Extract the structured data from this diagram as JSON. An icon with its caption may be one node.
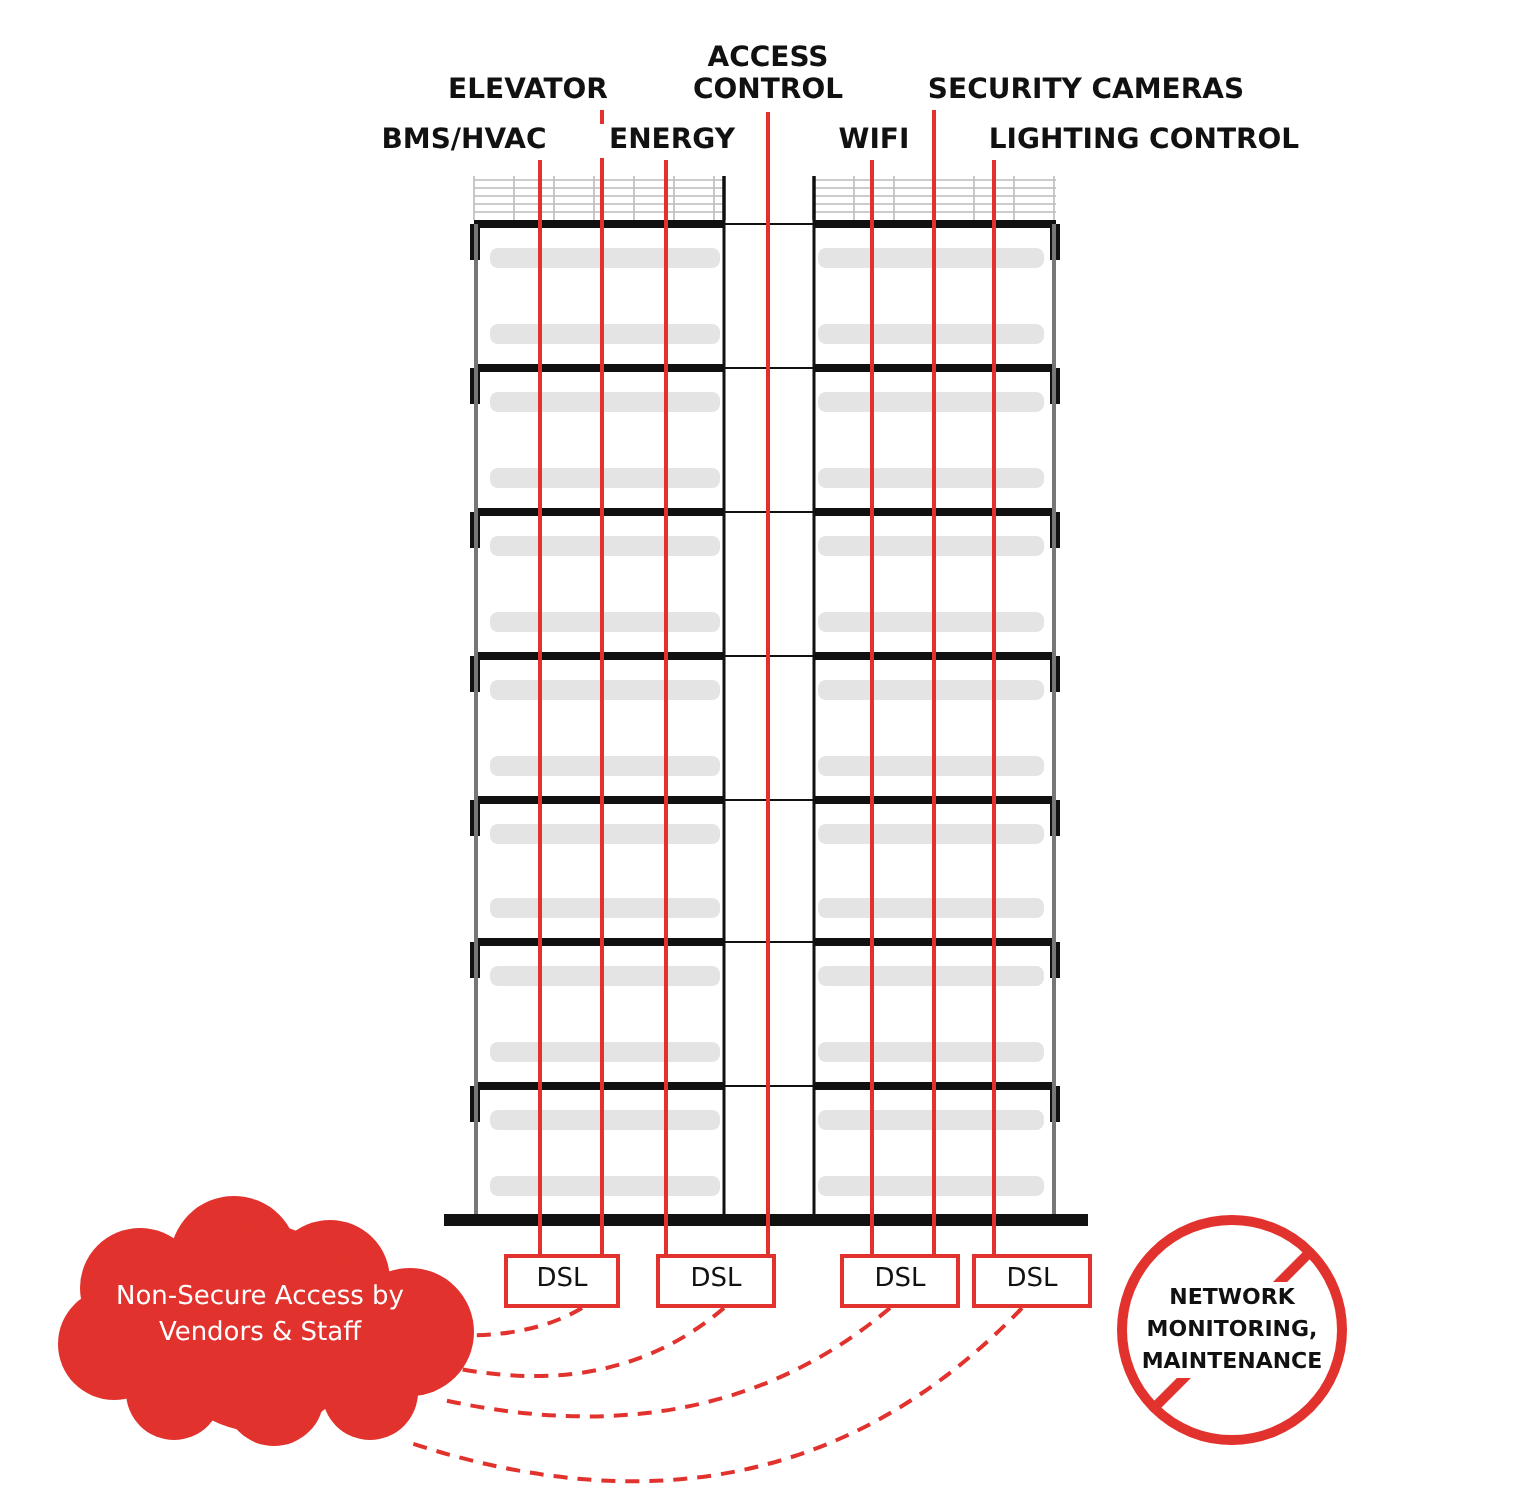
{
  "diagram": {
    "nodes": [
      {
        "text": [
          "BMS/HVAC"
        ]
      },
      {
        "text": [
          "ELEVATOR"
        ]
      },
      {
        "text": [
          "ENERGY"
        ]
      },
      {
        "text": [
          "ACCESS CONTROL"
        ]
      },
      {
        "text": [
          "WIFI"
        ]
      },
      {
        "text": [
          "SECURITY CAMERAS"
        ]
      },
      {
        "text": [
          "LIGHTING CONTROL"
        ]
      },
      {
        "text": [
          "DSL"
        ]
      },
      {
        "text": [
          "DSL"
        ]
      },
      {
        "text": [
          "DSL"
        ]
      },
      {
        "text": [
          "DSL"
        ]
      },
      {
        "text": [
          "Non-Secure Access by Vendors & Staff"
        ]
      },
      {
        "text": [
          "NETWORK MONITORING, MAINTENANCE"
        ]
      }
    ],
    "edges": [
      {
        "from": 0,
        "to": 7,
        "arrow": "none"
      },
      {
        "from": 1,
        "to": 7,
        "arrow": "none"
      },
      {
        "from": 2,
        "to": 8,
        "arrow": "none"
      },
      {
        "from": 3,
        "to": 8,
        "arrow": "none"
      },
      {
        "from": 4,
        "to": 9,
        "arrow": "none"
      },
      {
        "from": 5,
        "to": 9,
        "arrow": "none"
      },
      {
        "from": 6,
        "to": 10,
        "arrow": "none"
      },
      {
        "from": 7,
        "to": 11,
        "arrow": "none",
        "style": "dashed"
      },
      {
        "from": 8,
        "to": 11,
        "arrow": "none",
        "style": "dashed"
      },
      {
        "from": 9,
        "to": 11,
        "arrow": "none",
        "style": "dashed"
      },
      {
        "from": 10,
        "to": 11,
        "arrow": "none",
        "style": "dashed"
      }
    ]
  }
}
